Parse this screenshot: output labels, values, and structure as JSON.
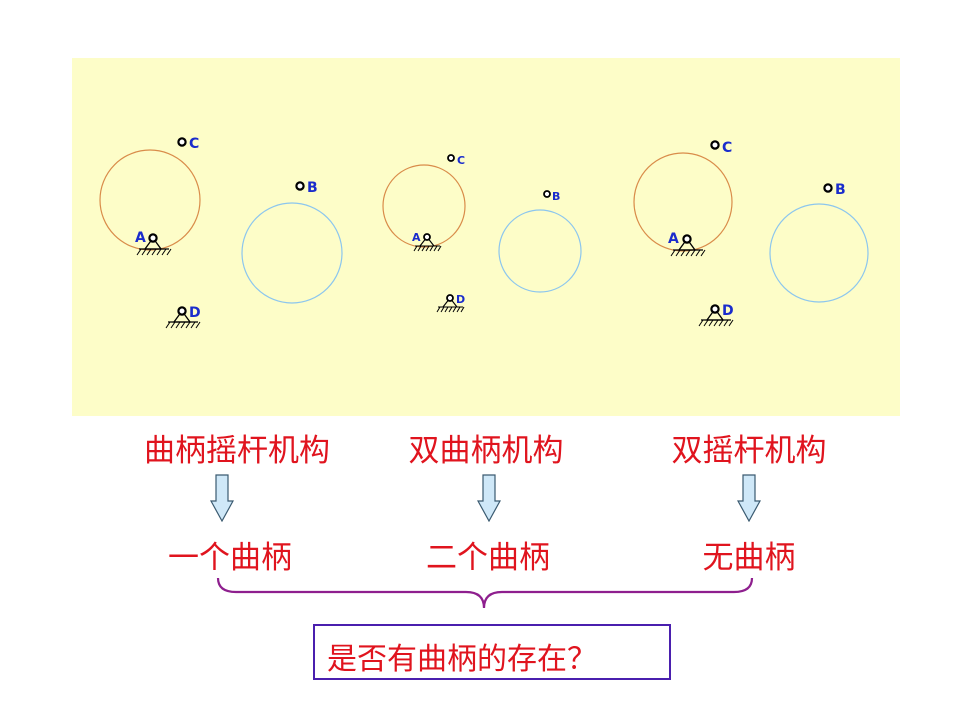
{
  "colors": {
    "panel": "#fdfdc8",
    "crank_circle": "#d98c4a",
    "rocker_circle": "#8cc6ee",
    "point_label": "#1a2ccc",
    "text": "#e0141e",
    "brace": "#8e1f8e",
    "box_border": "#4a1fae",
    "arrow_fill": "#cfe8f8"
  },
  "diagrams": [
    {
      "points": {
        "a": "A",
        "b": "B",
        "c": "C",
        "d": "D"
      }
    },
    {
      "points": {
        "a": "A",
        "b": "B",
        "c": "C",
        "d": "D"
      }
    },
    {
      "points": {
        "a": "A",
        "b": "B",
        "c": "C",
        "d": "D"
      }
    }
  ],
  "mechanisms": [
    {
      "name": "曲柄摇杆机构",
      "crank_count": "一个曲柄"
    },
    {
      "name": "双曲柄机构",
      "crank_count": "二个曲柄"
    },
    {
      "name": "双摇杆机构",
      "crank_count": "无曲柄"
    }
  ],
  "question": "是否有曲柄的存在？",
  "icons": [
    "ground-support-icon",
    "pin-joint-icon",
    "down-arrow-icon",
    "curly-brace-icon"
  ]
}
